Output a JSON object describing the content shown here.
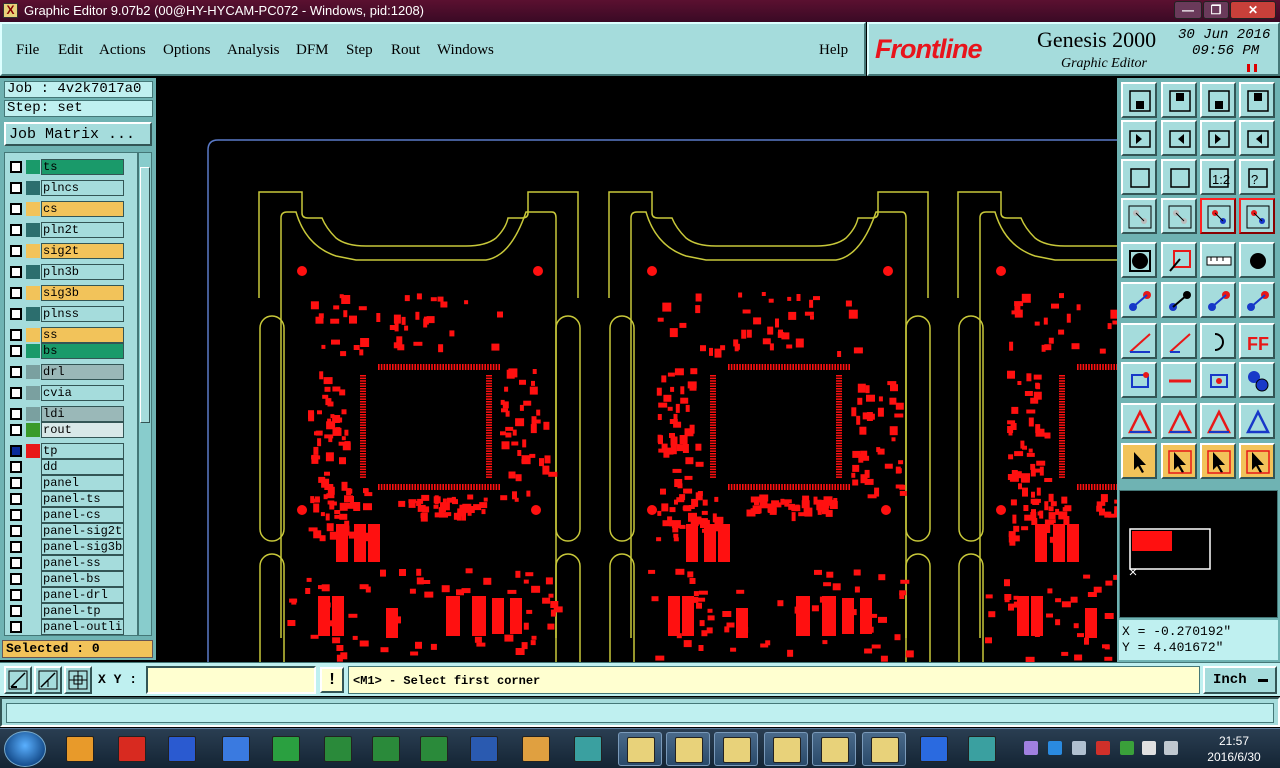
{
  "window": {
    "title": "Graphic Editor 9.07b2 (00@HY-HYCAM-PC072 - Windows, pid:1208)",
    "minimize_glyph": "—",
    "maximize_glyph": "❐",
    "close_glyph": "✕"
  },
  "menu": {
    "items": [
      "File",
      "Edit",
      "Actions",
      "Options",
      "Analysis",
      "DFM",
      "Step",
      "Rout",
      "Windows"
    ],
    "help": "Help"
  },
  "brand": {
    "logo": "Frontline",
    "product": "Genesis 2000",
    "subtitle": "Graphic Editor",
    "date": "30 Jun 2016",
    "time": "09:56 PM"
  },
  "job": {
    "job_line": "Job : 4v2k7017a0",
    "step_line": "Step: set",
    "matrix_button": "Job Matrix ..."
  },
  "layers": [
    {
      "name": "ts",
      "color": "#1a9a6a",
      "fill": "#1a9a6a"
    },
    {
      "name": "plncs",
      "color": "#2c6e6e",
      "fill": "#a5dcdc"
    },
    {
      "name": "cs",
      "color": "#f2c35a",
      "fill": "#f2c35a"
    },
    {
      "name": "pln2t",
      "color": "#2c6e6e",
      "fill": "#a5dcdc"
    },
    {
      "name": "sig2t",
      "color": "#f2c35a",
      "fill": "#f2c35a"
    },
    {
      "name": "pln3b",
      "color": "#2c6e6e",
      "fill": "#a5dcdc"
    },
    {
      "name": "sig3b",
      "color": "#f2c35a",
      "fill": "#f2c35a"
    },
    {
      "name": "plnss",
      "color": "#2c6e6e",
      "fill": "#a5dcdc"
    },
    {
      "name": "ss",
      "color": "#f2c35a",
      "fill": "#f2c35a"
    },
    {
      "name": "bs",
      "color": "#1a9a6a",
      "fill": "#1a9a6a"
    },
    {
      "name": "drl",
      "color": "#7aa0a0",
      "fill": "#9ab8b8"
    },
    {
      "name": "cvia",
      "color": "#7aa0a0",
      "fill": "#a5dcdc"
    },
    {
      "name": "ldi",
      "color": "#7aa0a0",
      "fill": "#9ab8b8"
    },
    {
      "name": "rout",
      "color": "#3a9a2a",
      "fill": "#d8e8e8"
    },
    {
      "name": "tp",
      "color": "#e81818",
      "fill": "#a5dcdc"
    },
    {
      "name": "dd",
      "color": "#a5dcdc",
      "fill": "#a5dcdc"
    },
    {
      "name": "panel",
      "color": "#a5dcdc",
      "fill": "#a5dcdc"
    },
    {
      "name": "panel-ts",
      "color": "#a5dcdc",
      "fill": "#a5dcdc"
    },
    {
      "name": "panel-cs",
      "color": "#a5dcdc",
      "fill": "#a5dcdc"
    },
    {
      "name": "panel-sig2t",
      "color": "#a5dcdc",
      "fill": "#a5dcdc"
    },
    {
      "name": "panel-sig3b",
      "color": "#a5dcdc",
      "fill": "#a5dcdc"
    },
    {
      "name": "panel-ss",
      "color": "#a5dcdc",
      "fill": "#a5dcdc"
    },
    {
      "name": "panel-bs",
      "color": "#a5dcdc",
      "fill": "#a5dcdc"
    },
    {
      "name": "panel-drl",
      "color": "#a5dcdc",
      "fill": "#a5dcdc"
    },
    {
      "name": "panel-tp",
      "color": "#a5dcdc",
      "fill": "#a5dcdc"
    },
    {
      "name": "panel-outline",
      "color": "#a5dcdc",
      "fill": "#a5dcdc"
    }
  ],
  "selected_label": "Selected : 0",
  "coords": {
    "x": "X = -0.270192\"",
    "y": "Y = 4.401672\""
  },
  "command": {
    "xy_label": "X Y :",
    "xy_value": "",
    "excl": "!",
    "prompt": "<M1> - Select first corner",
    "unit": "Inch"
  },
  "taskbar": {
    "time": "21:57",
    "date": "2016/6/30"
  },
  "colors": {
    "canvas_bg": "#000000",
    "outline": "#c8c83a",
    "copper": "#ff1010",
    "profile": "#5a7ac8",
    "panel_teal": "#a5dcdc",
    "layer_orange": "#f2c35a"
  }
}
